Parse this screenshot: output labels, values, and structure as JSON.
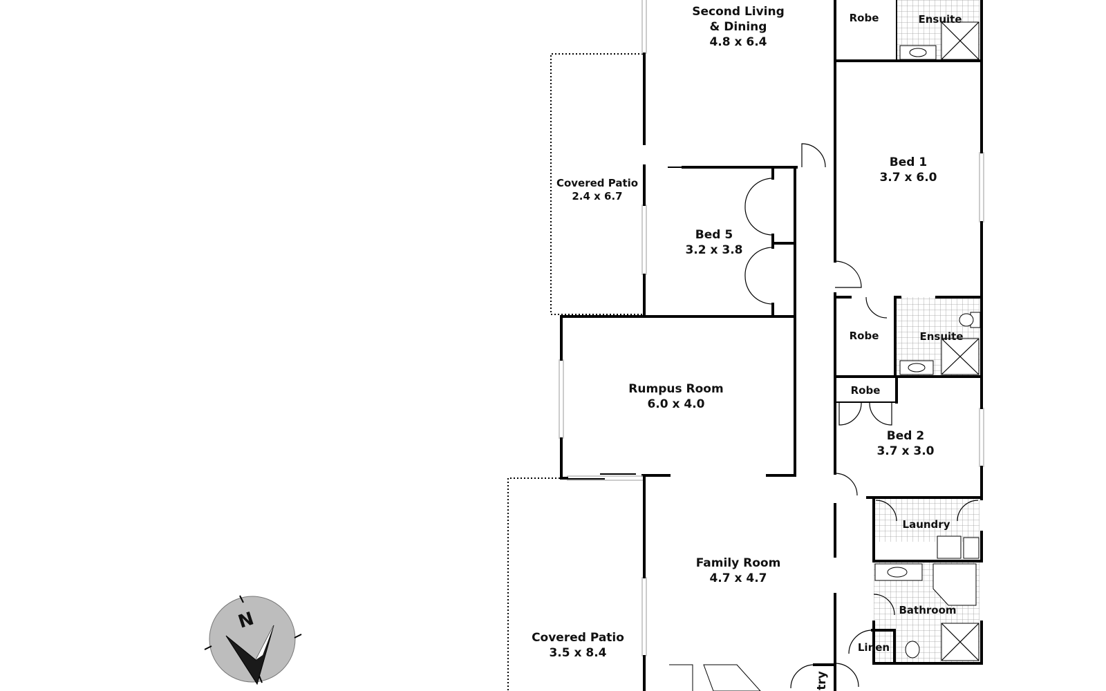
{
  "rooms": {
    "second_living": {
      "name_line1": "Second Living",
      "name_line2": "& Dining",
      "size": "4.8 x 6.4"
    },
    "robe_top": {
      "name": "Robe"
    },
    "ensuite_top": {
      "name": "Ensuite"
    },
    "bed1": {
      "name": "Bed 1",
      "size": "3.7 x 6.0"
    },
    "covered_patio_top": {
      "name": "Covered Patio",
      "size": "2.4 x 6.7"
    },
    "bed5": {
      "name": "Bed 5",
      "size": "3.2 x 3.8"
    },
    "robe_mid": {
      "name": "Robe"
    },
    "ensuite_mid": {
      "name": "Ensuite"
    },
    "robe_bed2": {
      "name": "Robe"
    },
    "rumpus": {
      "name": "Rumpus Room",
      "size": "6.0 x 4.0"
    },
    "bed2": {
      "name": "Bed 2",
      "size": "3.7 x 3.0"
    },
    "laundry": {
      "name": "Laundry"
    },
    "family": {
      "name": "Family Room",
      "size": "4.7 x 4.7"
    },
    "bathroom": {
      "name": "Bathroom"
    },
    "covered_patio_bottom": {
      "name": "Covered Patio",
      "size": "3.5 x 8.4"
    },
    "linen": {
      "name": "Linen"
    },
    "pantry_partial": {
      "name": "try"
    }
  },
  "compass": {
    "label": "N"
  },
  "colors": {
    "wall": "#000000",
    "compass_fill": "#bdbdbd",
    "tile": "#9a9a9a"
  }
}
